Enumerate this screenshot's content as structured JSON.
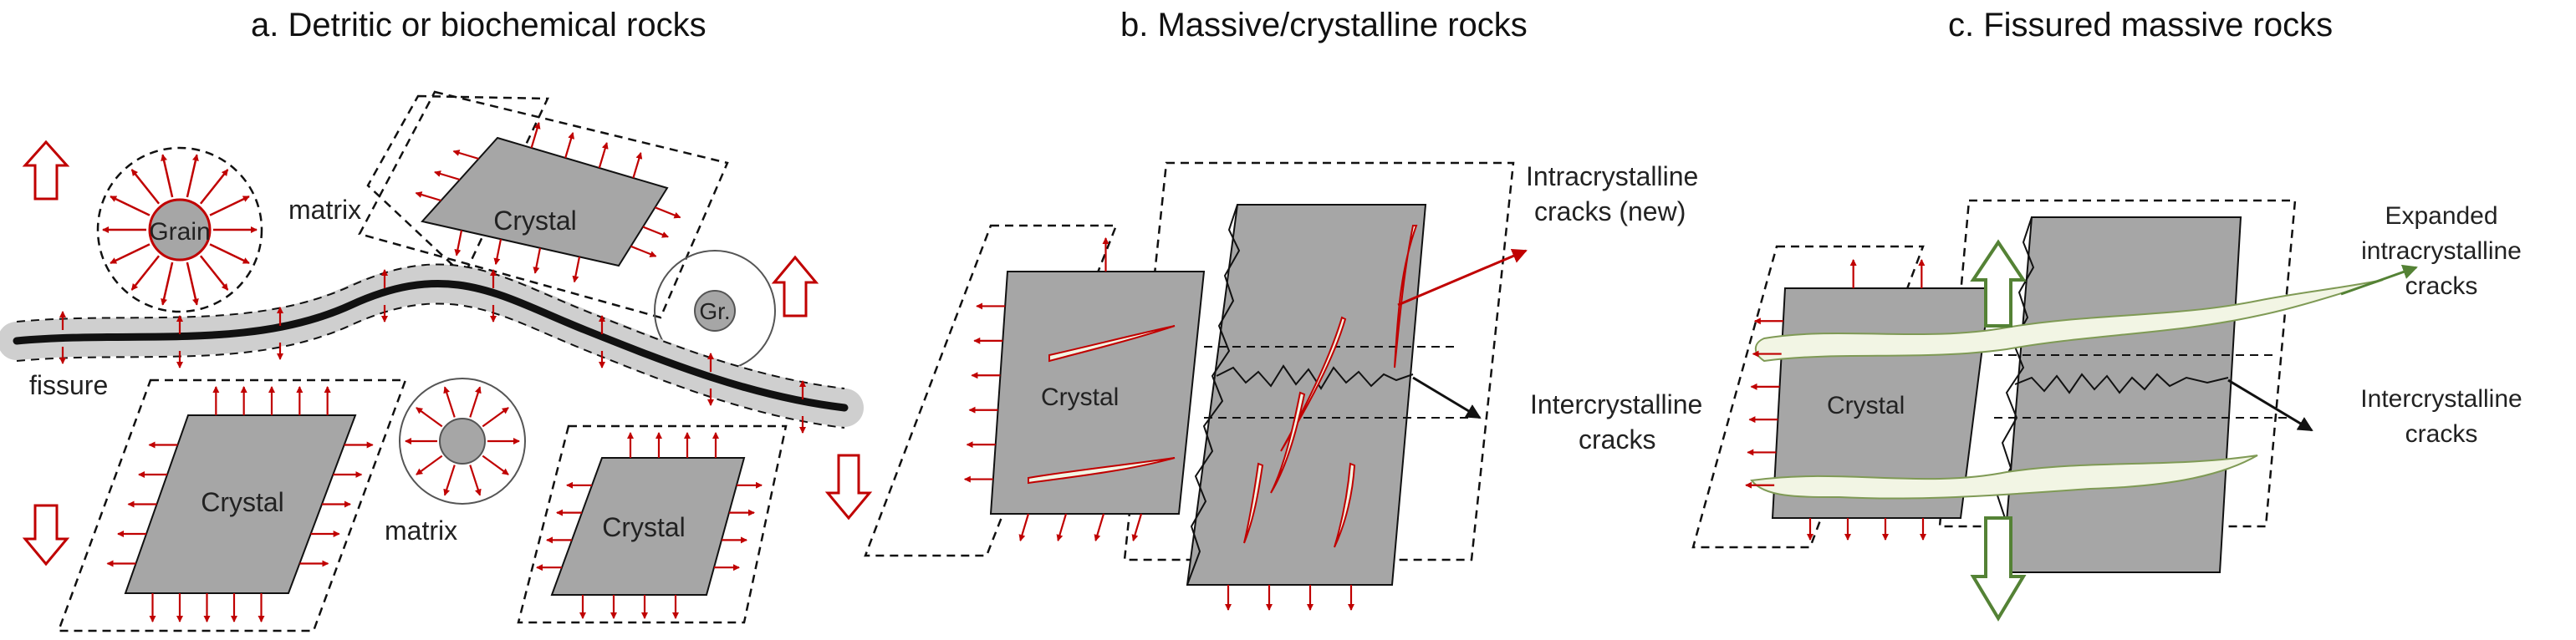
{
  "panels": {
    "a": {
      "title": "a. Detritic or biochemical rocks",
      "labels": {
        "matrix_top": "matrix",
        "matrix_bottom": "matrix",
        "fissure": "fissure",
        "grain": "Grain",
        "gr": "Gr.",
        "crystal_top": "Crystal",
        "crystal_bottom_left": "Crystal",
        "crystal_bottom_right": "Crystal"
      }
    },
    "b": {
      "title": "b. Massive/crystalline rocks",
      "labels": {
        "crystal": "Crystal",
        "intra_line1": "Intracrystalline",
        "intra_line2": "cracks (new)",
        "inter_line1": "Intercrystalline",
        "inter_line2": "cracks"
      }
    },
    "c": {
      "title": "c. Fissured massive rocks",
      "labels": {
        "crystal": "Crystal",
        "expanded_line1": "Expanded",
        "expanded_line2": "intracrystalline",
        "expanded_line3": "cracks",
        "inter_line1": "Intercrystalline",
        "inter_line2": "cracks"
      }
    }
  },
  "colors": {
    "crystal_fill": "#a6a6a6",
    "arrow_red": "#c00000",
    "arrow_green": "#548235",
    "fissure_halo": "#cfcfcf",
    "crack_fill": "#f2f5e4"
  }
}
